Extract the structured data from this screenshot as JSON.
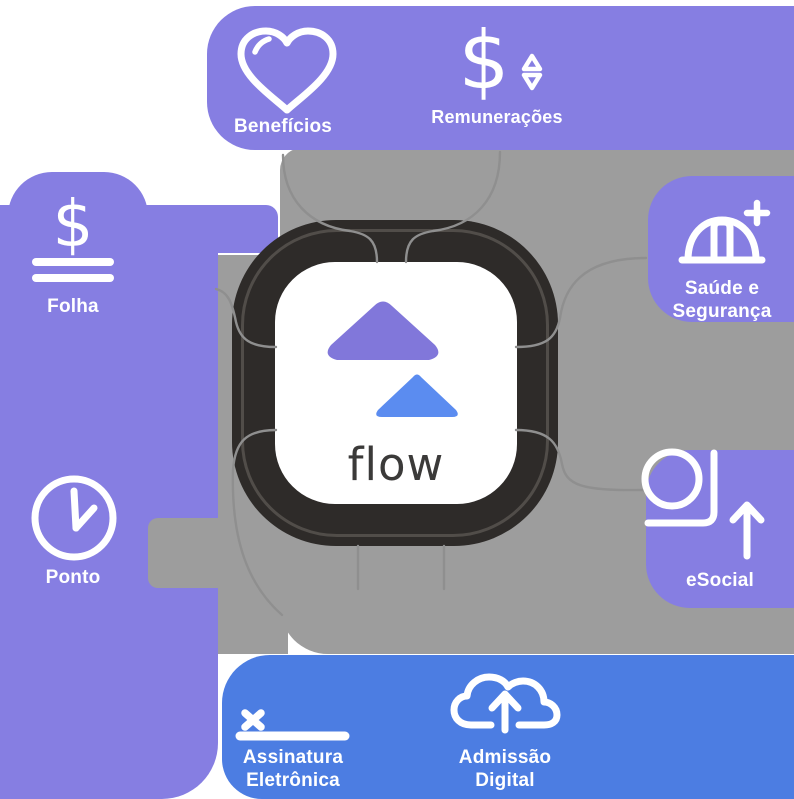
{
  "app": {
    "logo_label": "flow"
  },
  "colors": {
    "purple_blob": "#867EE2",
    "blue_banner": "#4C7DE2",
    "gray_blob": "#9D9D9D",
    "dark_tile": "#2E2B29",
    "logo_triangle_purple": "#8177DA",
    "logo_triangle_blue": "#5B8CF0",
    "logo_text": "#3B3A39",
    "label_text": "#FFFFFF",
    "connector": "#8F8F8F"
  },
  "center": {
    "logo_label": "flow",
    "icons": [
      "triangle-up-purple",
      "triangle-up-blue"
    ]
  },
  "modules": [
    {
      "id": "beneficios",
      "label": "Benefícios",
      "icon": "heart-icon"
    },
    {
      "id": "remuneracoes",
      "label": "Remunerações",
      "icon": "dollar-sort-icon",
      "icon_glyph": "$"
    },
    {
      "id": "folha",
      "label": "Folha",
      "icon": "dollar-lines-icon",
      "icon_glyph": "$"
    },
    {
      "id": "saude",
      "label": "Saúde e Segurança",
      "label_lines": [
        "Saúde e",
        "Segurança"
      ],
      "icon": "helmet-plus-icon"
    },
    {
      "id": "ponto",
      "label": "Ponto",
      "icon": "clock-icon"
    },
    {
      "id": "esocial",
      "label": "eSocial",
      "icon": "corner-circle-upload-icon"
    },
    {
      "id": "assinatura",
      "label": "Assinatura Eletrônica",
      "label_lines": [
        "Assinatura",
        "Eletrônica"
      ],
      "icon": "signature-icon"
    },
    {
      "id": "admissao",
      "label": "Admissão Digital",
      "label_lines": [
        "Admissão",
        "Digital"
      ],
      "icon": "cloud-upload-icon"
    }
  ]
}
